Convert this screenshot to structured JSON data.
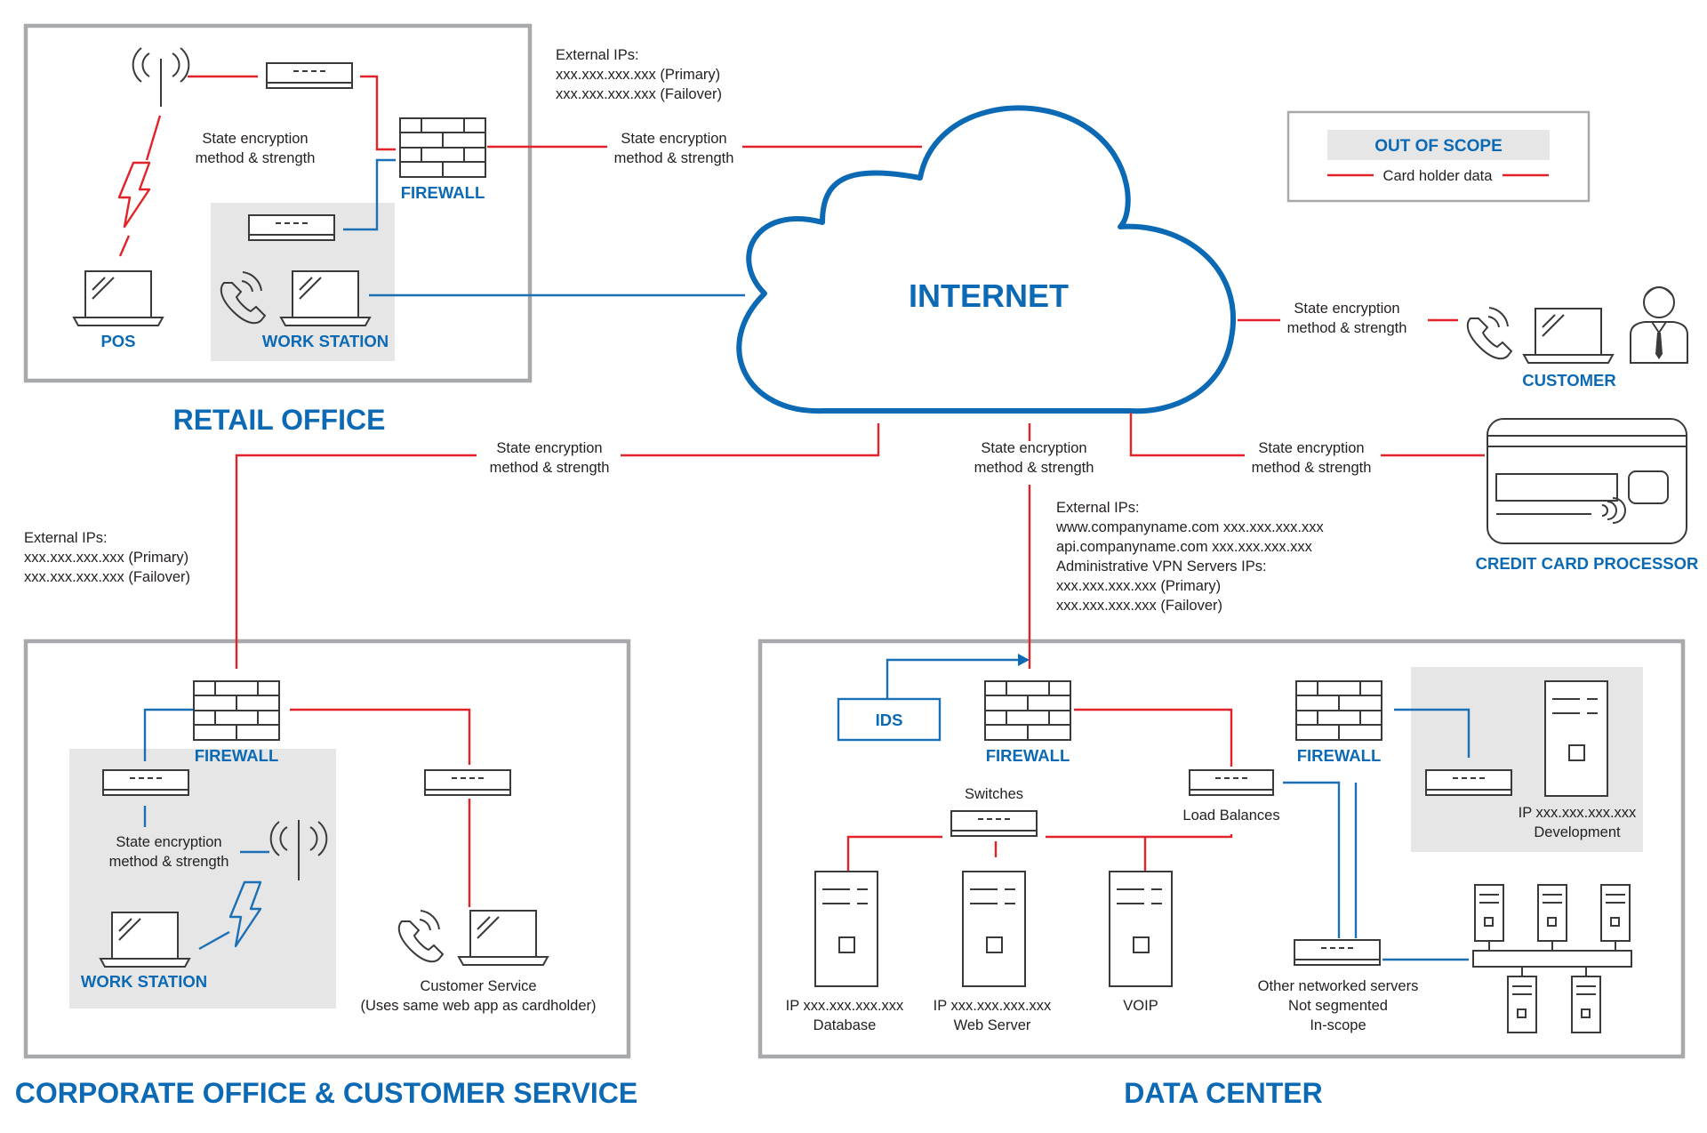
{
  "colors": {
    "cardholder_line": "#e3232a",
    "out_of_scope_line": "#1a6fb5",
    "heading": "#0c69b4",
    "zone_frame": "#a7a9ac",
    "zone_shade": "#e6e6e7"
  },
  "internet": {
    "label": "INTERNET"
  },
  "legend": {
    "title": "OUT OF SCOPE",
    "item": "Card holder data"
  },
  "retail": {
    "title": "RETAIL OFFICE",
    "pos_label": "POS",
    "workstation_label": "WORK STATION",
    "firewall_label": "FIREWALL",
    "wifi_encryption": [
      "State encryption",
      "method & strength"
    ],
    "ext_ips": [
      "External IPs:",
      "xxx.xxx.xxx.xxx (Primary)",
      "xxx.xxx.xxx.xxx (Failover)"
    ],
    "link_encryption": [
      "State encryption",
      "method & strength"
    ]
  },
  "customer": {
    "label": "CUSTOMER",
    "encryption": [
      "State encryption",
      "method & strength"
    ]
  },
  "processor": {
    "label": "CREDIT CARD PROCESSOR",
    "encryption": [
      "State encryption",
      "method & strength"
    ]
  },
  "corporate": {
    "title": "CORPORATE OFFICE & CUSTOMER SERVICE",
    "firewall_label": "FIREWALL",
    "workstation_label": "WORK STATION",
    "wifi_encryption": [
      "State encryption",
      "method & strength"
    ],
    "link_encryption": [
      "State encryption",
      "method & strength"
    ],
    "ext_ips": [
      "External IPs:",
      "xxx.xxx.xxx.xxx (Primary)",
      "xxx.xxx.xxx.xxx (Failover)"
    ],
    "customer_service": [
      "Customer Service",
      "(Uses same web app as cardholder)"
    ]
  },
  "datacenter": {
    "title": "DATA CENTER",
    "ids_label": "IDS",
    "firewall1_label": "FIREWALL",
    "firewall2_label": "FIREWALL",
    "link_encryption": [
      "State encryption",
      "method & strength"
    ],
    "ext_ips": [
      "External IPs:",
      "www.companyname.com xxx.xxx.xxx.xxx",
      "api.companyname.com xxx.xxx.xxx.xxx",
      "Administrative VPN Servers IPs:",
      "xxx.xxx.xxx.xxx (Primary)",
      "xxx.xxx.xxx.xxx (Failover)"
    ],
    "switches_label": "Switches",
    "load_balances_label": "Load Balances",
    "database": [
      "IP xxx.xxx.xxx.xxx",
      "Database"
    ],
    "webserver": [
      "IP xxx.xxx.xxx.xxx",
      "Web Server"
    ],
    "voip": "VOIP",
    "development": [
      "IP xxx.xxx.xxx.xxx",
      "Development"
    ],
    "other_servers": [
      "Other networked servers",
      "Not segmented",
      "In-scope"
    ]
  }
}
